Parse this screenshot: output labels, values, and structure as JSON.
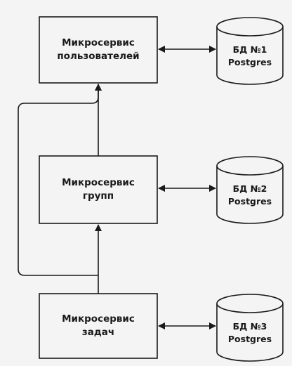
{
  "services": [
    {
      "line1": "Микросервис",
      "line2": "пользователей"
    },
    {
      "line1": "Микросервис",
      "line2": "групп"
    },
    {
      "line1": "Микросервис",
      "line2": "задач"
    }
  ],
  "databases": [
    {
      "line1": "БД №1",
      "line2": "Postgres"
    },
    {
      "line1": "БД №2",
      "line2": "Postgres"
    },
    {
      "line1": "БД №3",
      "line2": "Postgres"
    }
  ],
  "colors": {
    "stroke": "#1a1a1a",
    "box_fill": "#f4f4f4",
    "background": "#f4f4f4"
  }
}
